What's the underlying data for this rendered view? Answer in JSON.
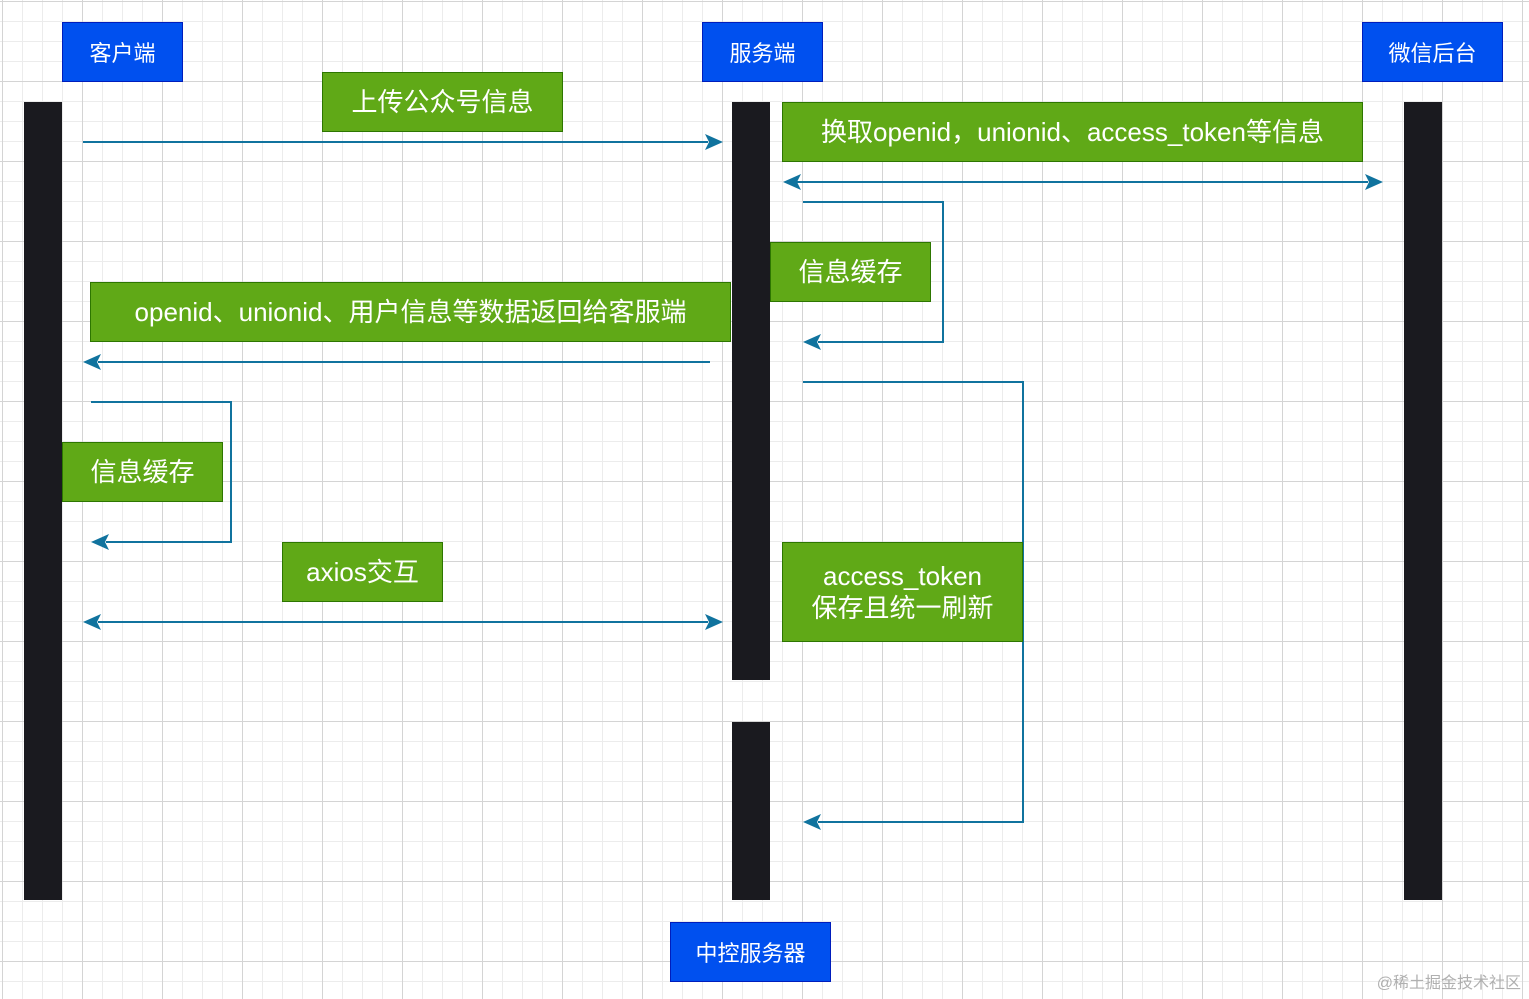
{
  "actors": {
    "client": "客户端",
    "server": "服务端",
    "wechat": "微信后台",
    "control": "中控服务器"
  },
  "notes": {
    "upload": "上传公众号信息",
    "exchange": "换取openid，unionid、access_token等信息",
    "server_cache": "信息缓存",
    "return_data": "openid、unionid、用户信息等数据返回给客服端",
    "client_cache": "信息缓存",
    "axios": "axios交互",
    "token_line1": "access_token",
    "token_line2": "保存且统一刷新"
  },
  "watermark": "@稀土掘金技术社区",
  "colors": {
    "actor_fill": "#0050ef",
    "note_fill": "#60a917",
    "arrow": "#10739e",
    "lifeline": "#1a1a1f"
  }
}
